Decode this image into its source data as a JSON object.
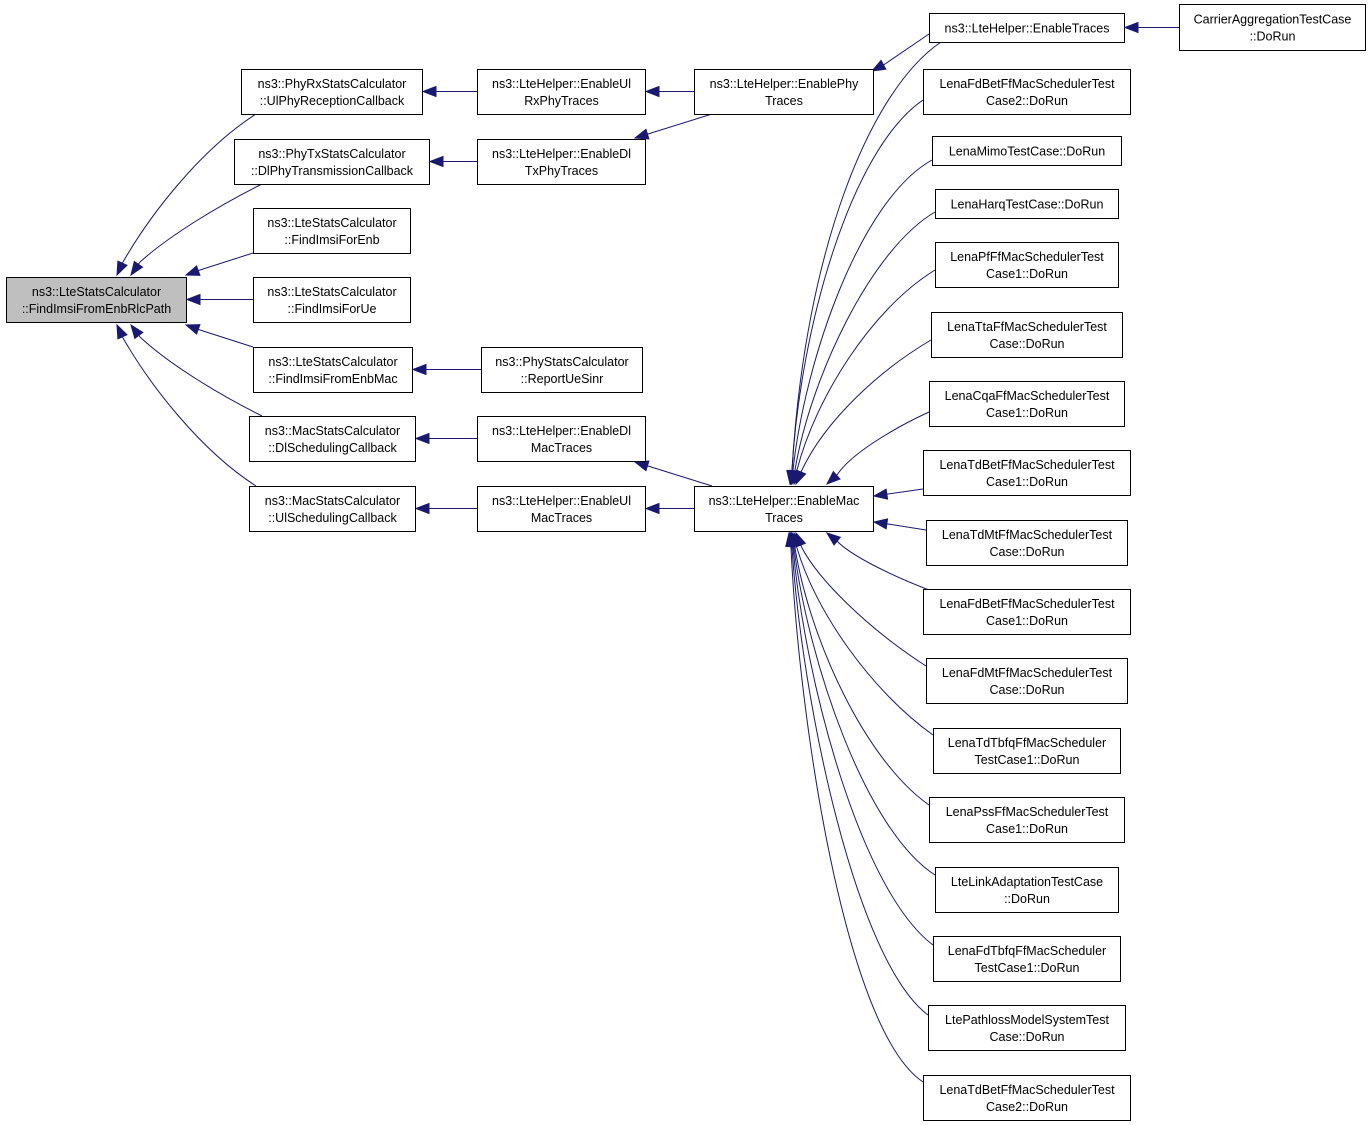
{
  "graph": {
    "nodes": [
      {
        "id": "root",
        "lines": [
          "ns3::LteStatsCalculator",
          "::FindImsiFromEnbRlcPath"
        ],
        "highlight": true
      },
      {
        "id": "ulphyrx",
        "lines": [
          "ns3::PhyRxStatsCalculator",
          "::UlPhyReceptionCallback"
        ]
      },
      {
        "id": "dlphytx",
        "lines": [
          "ns3::PhyTxStatsCalculator",
          "::DlPhyTransmissionCallback"
        ]
      },
      {
        "id": "findenb",
        "lines": [
          "ns3::LteStatsCalculator",
          "::FindImsiForEnb"
        ]
      },
      {
        "id": "findue",
        "lines": [
          "ns3::LteStatsCalculator",
          "::FindImsiForUe"
        ]
      },
      {
        "id": "findenbmac",
        "lines": [
          "ns3::LteStatsCalculator",
          "::FindImsiFromEnbMac"
        ]
      },
      {
        "id": "dlsched",
        "lines": [
          "ns3::MacStatsCalculator",
          "::DlSchedulingCallback"
        ]
      },
      {
        "id": "ulsched",
        "lines": [
          "ns3::MacStatsCalculator",
          "::UlSchedulingCallback"
        ]
      },
      {
        "id": "enulrxphy",
        "lines": [
          "ns3::LteHelper::EnableUl",
          "RxPhyTraces"
        ]
      },
      {
        "id": "endltxphy",
        "lines": [
          "ns3::LteHelper::EnableDl",
          "TxPhyTraces"
        ]
      },
      {
        "id": "reportue",
        "lines": [
          "ns3::PhyStatsCalculator",
          "::ReportUeSinr"
        ]
      },
      {
        "id": "endlmac",
        "lines": [
          "ns3::LteHelper::EnableDl",
          "MacTraces"
        ]
      },
      {
        "id": "enulmac",
        "lines": [
          "ns3::LteHelper::EnableUl",
          "MacTraces"
        ]
      },
      {
        "id": "enphy",
        "lines": [
          "ns3::LteHelper::EnablePhy",
          "Traces"
        ]
      },
      {
        "id": "enmac",
        "lines": [
          "ns3::LteHelper::EnableMac",
          "Traces"
        ]
      },
      {
        "id": "entraces",
        "lines": [
          "ns3::LteHelper::EnableTraces"
        ]
      },
      {
        "id": "carrier",
        "lines": [
          "CarrierAggregationTestCase",
          "::DoRun"
        ]
      },
      {
        "id": "t_fdbet2",
        "lines": [
          "LenaFdBetFfMacSchedulerTest",
          "Case2::DoRun"
        ]
      },
      {
        "id": "t_mimo",
        "lines": [
          "LenaMimoTestCase::DoRun"
        ]
      },
      {
        "id": "t_harq",
        "lines": [
          "LenaHarqTestCase::DoRun"
        ]
      },
      {
        "id": "t_pf",
        "lines": [
          "LenaPfFfMacSchedulerTest",
          "Case1::DoRun"
        ]
      },
      {
        "id": "t_tta",
        "lines": [
          "LenaTtaFfMacSchedulerTest",
          "Case::DoRun"
        ]
      },
      {
        "id": "t_cqa",
        "lines": [
          "LenaCqaFfMacSchedulerTest",
          "Case1::DoRun"
        ]
      },
      {
        "id": "t_tdbet1",
        "lines": [
          "LenaTdBetFfMacSchedulerTest",
          "Case1::DoRun"
        ]
      },
      {
        "id": "t_tdmt",
        "lines": [
          "LenaTdMtFfMacSchedulerTest",
          "Case::DoRun"
        ]
      },
      {
        "id": "t_fdbet1",
        "lines": [
          "LenaFdBetFfMacSchedulerTest",
          "Case1::DoRun"
        ]
      },
      {
        "id": "t_fdmt",
        "lines": [
          "LenaFdMtFfMacSchedulerTest",
          "Case::DoRun"
        ]
      },
      {
        "id": "t_tdtbfq",
        "lines": [
          "LenaTdTbfqFfMacScheduler",
          "TestCase1::DoRun"
        ]
      },
      {
        "id": "t_pss",
        "lines": [
          "LenaPssFfMacSchedulerTest",
          "Case1::DoRun"
        ]
      },
      {
        "id": "t_linkadapt",
        "lines": [
          "LteLinkAdaptationTestCase",
          "::DoRun"
        ]
      },
      {
        "id": "t_fdtbfq",
        "lines": [
          "LenaFdTbfqFfMacScheduler",
          "TestCase1::DoRun"
        ]
      },
      {
        "id": "t_pathloss",
        "lines": [
          "LtePathlossModelSystemTest",
          "Case::DoRun"
        ]
      },
      {
        "id": "t_tdbet2",
        "lines": [
          "LenaTdBetFfMacSchedulerTest",
          "Case2::DoRun"
        ]
      }
    ],
    "edges": [
      {
        "from": "ulphyrx",
        "to": "root"
      },
      {
        "from": "dlphytx",
        "to": "root"
      },
      {
        "from": "findenb",
        "to": "root"
      },
      {
        "from": "findue",
        "to": "root"
      },
      {
        "from": "findenbmac",
        "to": "root"
      },
      {
        "from": "dlsched",
        "to": "root"
      },
      {
        "from": "ulsched",
        "to": "root"
      },
      {
        "from": "enulrxphy",
        "to": "ulphyrx"
      },
      {
        "from": "endltxphy",
        "to": "dlphytx"
      },
      {
        "from": "reportue",
        "to": "findenbmac"
      },
      {
        "from": "endlmac",
        "to": "dlsched"
      },
      {
        "from": "enulmac",
        "to": "ulsched"
      },
      {
        "from": "enphy",
        "to": "enulrxphy"
      },
      {
        "from": "enphy",
        "to": "endltxphy"
      },
      {
        "from": "enmac",
        "to": "endlmac"
      },
      {
        "from": "enmac",
        "to": "enulmac"
      },
      {
        "from": "entraces",
        "to": "enphy"
      },
      {
        "from": "entraces",
        "to": "enmac"
      },
      {
        "from": "carrier",
        "to": "entraces"
      },
      {
        "from": "t_fdbet2",
        "to": "enmac"
      },
      {
        "from": "t_mimo",
        "to": "enmac"
      },
      {
        "from": "t_harq",
        "to": "enmac"
      },
      {
        "from": "t_pf",
        "to": "enmac"
      },
      {
        "from": "t_tta",
        "to": "enmac"
      },
      {
        "from": "t_cqa",
        "to": "enmac"
      },
      {
        "from": "t_tdbet1",
        "to": "enmac"
      },
      {
        "from": "t_tdmt",
        "to": "enmac"
      },
      {
        "from": "t_fdbet1",
        "to": "enmac"
      },
      {
        "from": "t_fdmt",
        "to": "enmac"
      },
      {
        "from": "t_tdtbfq",
        "to": "enmac"
      },
      {
        "from": "t_pss",
        "to": "enmac"
      },
      {
        "from": "t_linkadapt",
        "to": "enmac"
      },
      {
        "from": "t_fdtbfq",
        "to": "enmac"
      },
      {
        "from": "t_pathloss",
        "to": "enmac"
      },
      {
        "from": "t_tdbet2",
        "to": "enmac"
      }
    ]
  },
  "colors": {
    "edge": "#191970",
    "root_fill": "#bfbfbf",
    "node_fill": "#ffffff",
    "node_stroke": "#000000"
  }
}
